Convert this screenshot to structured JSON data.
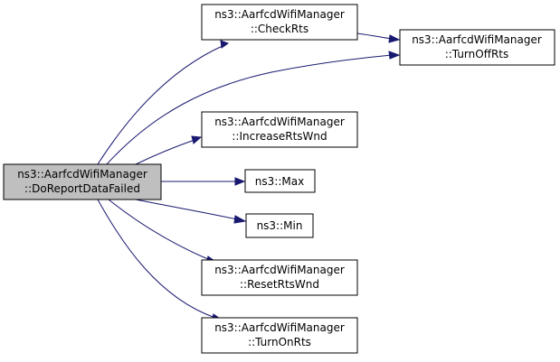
{
  "nodes": {
    "do_report": {
      "line1": "ns3::AarfcdWifiManager",
      "line2": "::DoReportDataFailed",
      "fill": "#bfbfbf"
    },
    "check_rts": {
      "line1": "ns3::AarfcdWifiManager",
      "line2": "::CheckRts",
      "fill": "#ffffff"
    },
    "turn_off_rts": {
      "line1": "ns3::AarfcdWifiManager",
      "line2": "::TurnOffRts",
      "fill": "#ffffff"
    },
    "increase_rts_wnd": {
      "line1": "ns3::AarfcdWifiManager",
      "line2": "::IncreaseRtsWnd",
      "fill": "#ffffff"
    },
    "max": {
      "line1": "ns3::Max",
      "fill": "#ffffff"
    },
    "min": {
      "line1": "ns3::Min",
      "fill": "#ffffff"
    },
    "reset_rts_wnd": {
      "line1": "ns3::AarfcdWifiManager",
      "line2": "::ResetRtsWnd",
      "fill": "#ffffff"
    },
    "turn_on_rts": {
      "line1": "ns3::AarfcdWifiManager",
      "line2": "::TurnOnRts",
      "fill": "#ffffff"
    }
  },
  "edge_color": "#191970"
}
